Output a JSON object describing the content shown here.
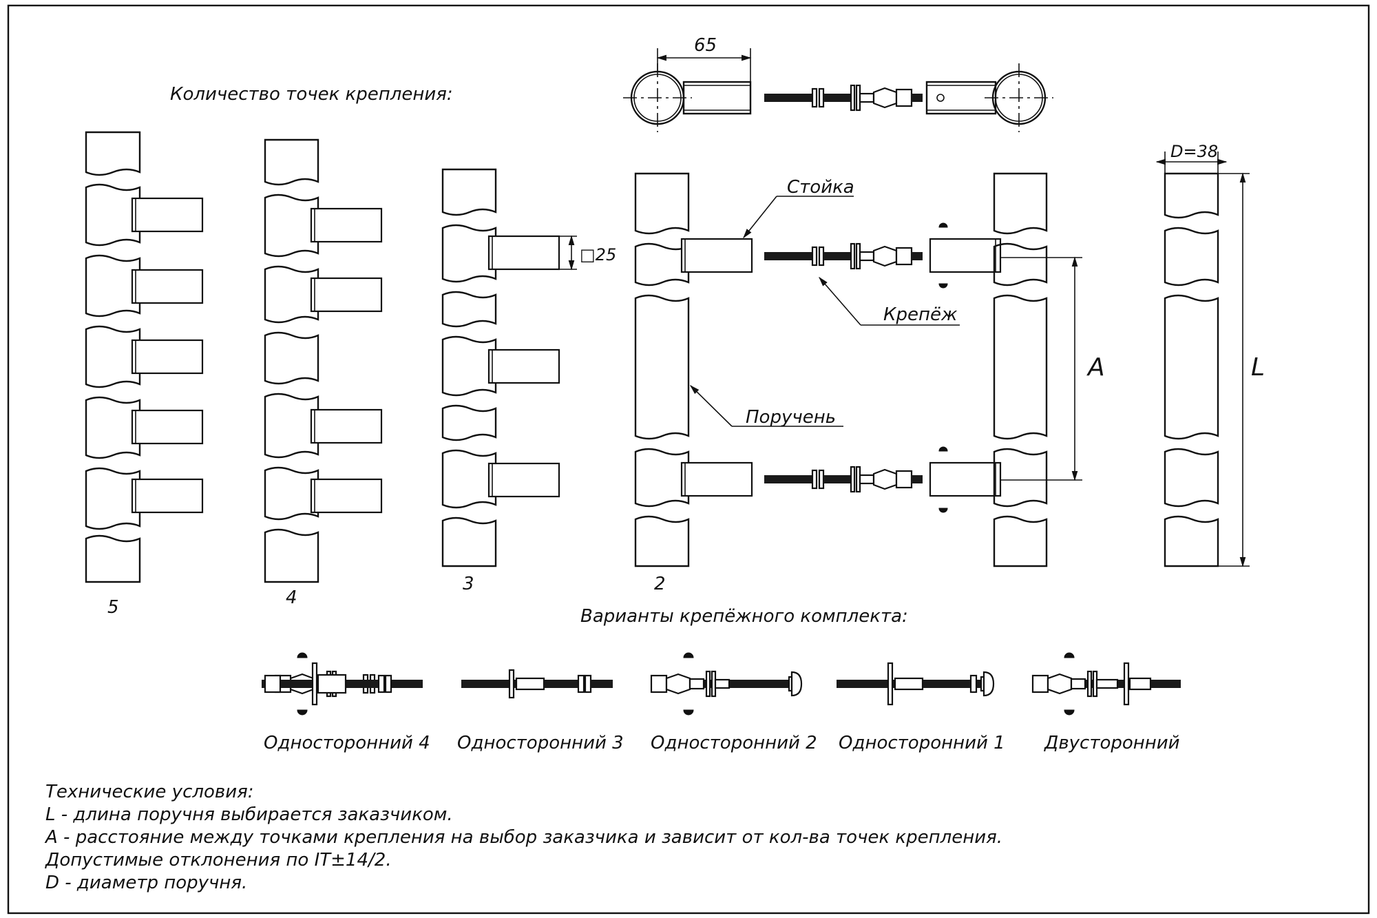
{
  "labels": {
    "mounting_points_title": "Количество точек крепления:",
    "dim_65": "65",
    "dim_d38": "D=38",
    "dim_25": "□25",
    "dim_a": "A",
    "dim_l": "L",
    "callout_stoyka": "Стойка",
    "callout_krepezh": "Крепёж",
    "callout_poruchen": "Поручень",
    "count_5": "5",
    "count_4": "4",
    "count_3": "3",
    "count_2": "2",
    "kit_title": "Варианты крепёжного комплекта:"
  },
  "kits": [
    {
      "label": "Односторонний 4"
    },
    {
      "label": "Односторонний 3"
    },
    {
      "label": "Односторонний 2"
    },
    {
      "label": "Односторонний 1"
    },
    {
      "label": "Двусторонний"
    }
  ],
  "tech": {
    "title": "Технические условия:",
    "lines": [
      "L - длина поручня выбирается заказчиком.",
      "A - расстояние между точками крепления на выбор заказчика и зависит от кол-ва точек крепления.",
      "Допустимые отклонения по IT±14/2.",
      "D - диаметр поручня."
    ]
  }
}
